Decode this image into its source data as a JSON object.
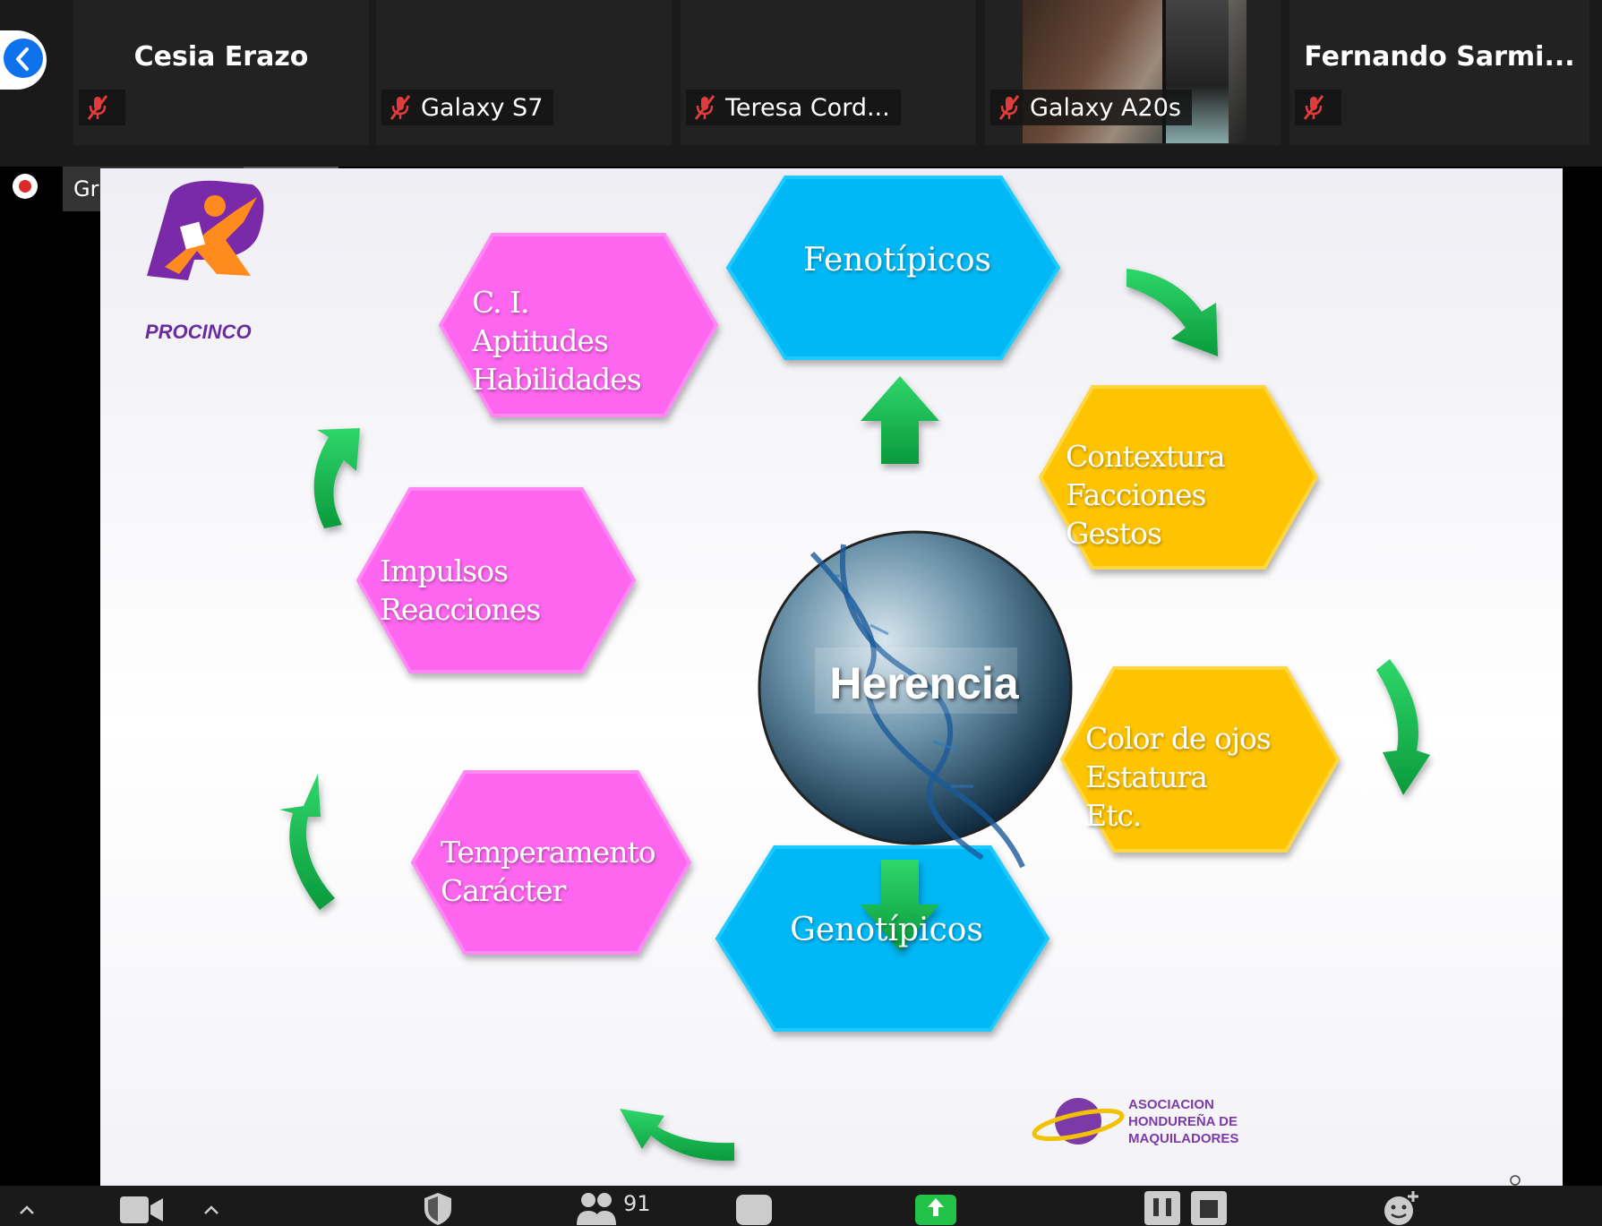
{
  "participants": [
    {
      "name": "Cesia Erazo",
      "label": ""
    },
    {
      "name": "",
      "label": "Galaxy S7"
    },
    {
      "name": "",
      "label": "Teresa Cord..."
    },
    {
      "name": "",
      "label": "Galaxy A20s"
    },
    {
      "name": "Fernando  Sarmi...",
      "label": ""
    }
  ],
  "recording": {
    "status": "Grabando..."
  },
  "slide": {
    "center": "Herencia",
    "top": "Fenotípicos",
    "bottom": "Genotípicos",
    "hexagons": [
      {
        "lines": [
          "C. I.",
          "Aptitudes",
          "Habilidades"
        ],
        "color": "#ff66f0"
      },
      {
        "lines": [
          "Impulsos",
          "Reacciones"
        ],
        "color": "#ff66f0"
      },
      {
        "lines": [
          "Temperamento",
          "Carácter"
        ],
        "color": "#ff66f0"
      },
      {
        "lines": [
          "Contextura",
          "Facciones",
          "Gestos"
        ],
        "color": "#ffc400"
      },
      {
        "lines": [
          "Color de ojos",
          "Estatura",
          "Etc."
        ],
        "color": "#ffc400"
      }
    ],
    "blue_hex_color": "#00b8f5",
    "logo_left": "PROCINCO",
    "logo_right": [
      "ASOCIACION",
      "HONDUREÑA DE",
      "MAQUILADORES"
    ]
  },
  "toolbar": {
    "participant_count": "91"
  }
}
